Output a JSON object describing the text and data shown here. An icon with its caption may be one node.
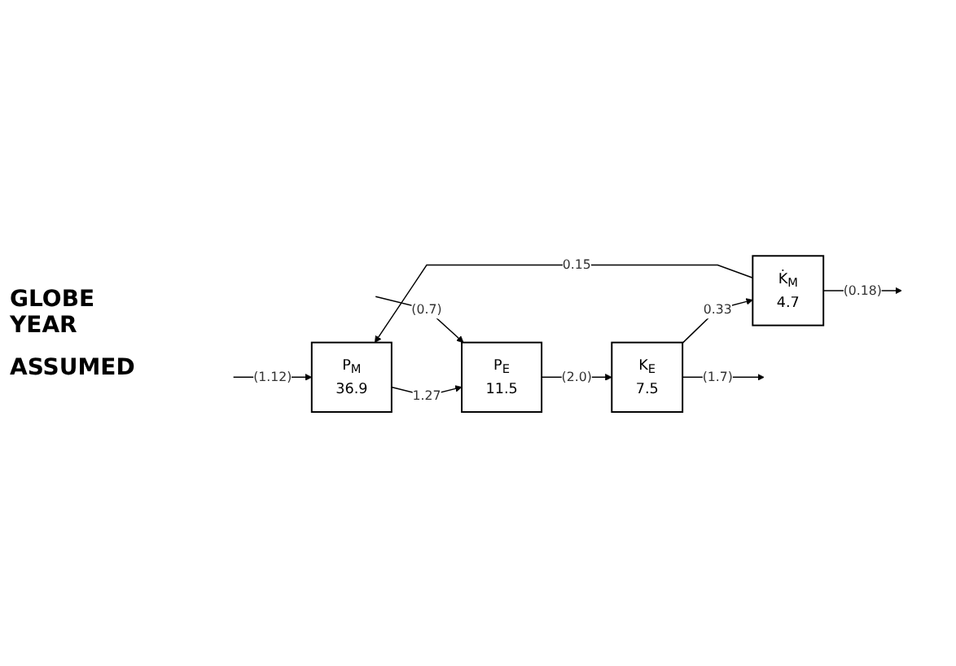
{
  "diagram": {
    "nodes": [
      {
        "text": [
          "P$_{M}$",
          "36.9"
        ]
      },
      {
        "text": [
          "K̇$_{M}$",
          "4.7"
        ]
      },
      {
        "text": [
          "P$_{E}$",
          "11.5"
        ]
      },
      {
        "text": [
          "K$_{E}$",
          "7.5"
        ]
      }
    ],
    "edges": [
      {
        "from": null,
        "to": 0,
        "arrow": "to",
        "label": "(1.12)"
      },
      {
        "from": 1,
        "to": 0,
        "arrow": "to",
        "label": "0.15"
      },
      {
        "from": 1,
        "to": null,
        "arrow": "to",
        "label": "(0.18)"
      },
      {
        "from": 0,
        "to": 2,
        "arrow": "to",
        "label": "1.27"
      },
      {
        "from": 3,
        "to": 1,
        "arrow": "to",
        "label": "0.33"
      },
      {
        "from": null,
        "to": 2,
        "arrow": "to",
        "label": "(0.7)"
      },
      {
        "from": 2,
        "to": 3,
        "arrow": "to",
        "label": "(2.0)"
      },
      {
        "from": 3,
        "to": null,
        "arrow": "to",
        "label": "(1.7)"
      }
    ],
    "labels": [
      "GLOBE YEAR",
      "ASSUMED"
    ]
  }
}
